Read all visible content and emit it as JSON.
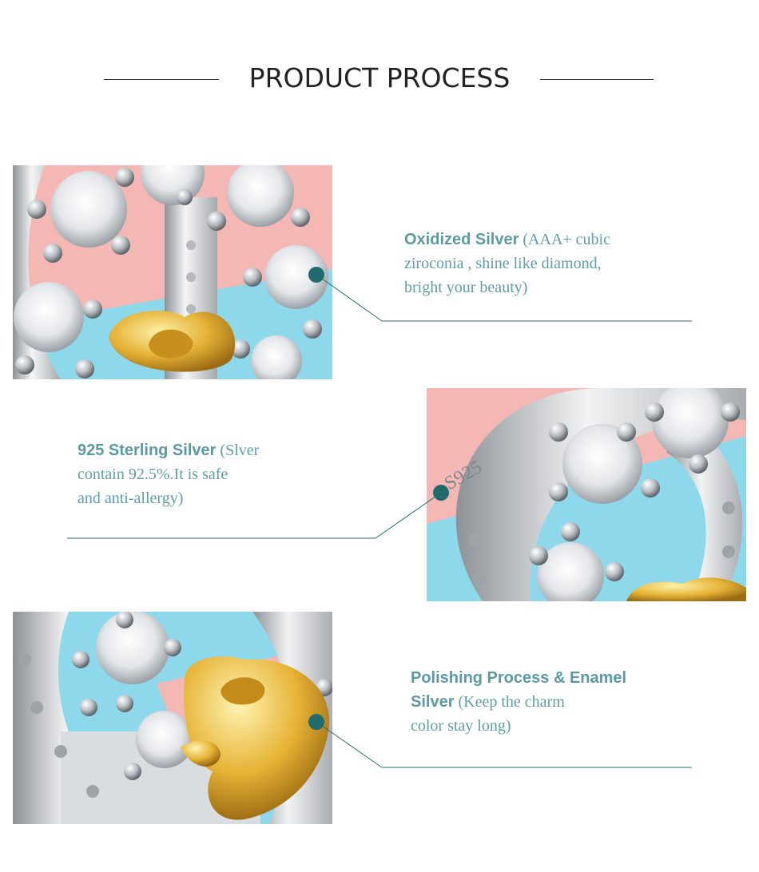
{
  "header": {
    "title": "PRODUCT PROCESS"
  },
  "features": [
    {
      "heading": "Oxidized Silver",
      "detail_first": " (AAA+ cubic",
      "detail_rest": "ziroconia , shine like diamond,",
      "detail_last": "bright your beauty)"
    },
    {
      "heading": "925 Sterling Silver",
      "detail_first": " (Slver",
      "detail_rest": "contain 92.5%.It is safe",
      "detail_last": "and anti-allergy)"
    },
    {
      "heading_line1": "Polishing Process & Enamel",
      "heading_line2": "Silver",
      "detail_first": " (Keep the charm",
      "detail_rest": "color stay long)"
    }
  ],
  "colors": {
    "accent": "#5f9ea5",
    "dot": "#1f6b6e",
    "pink": "#f4b6b2",
    "blue": "#8fd9ec",
    "gold": "#e7b63a"
  }
}
